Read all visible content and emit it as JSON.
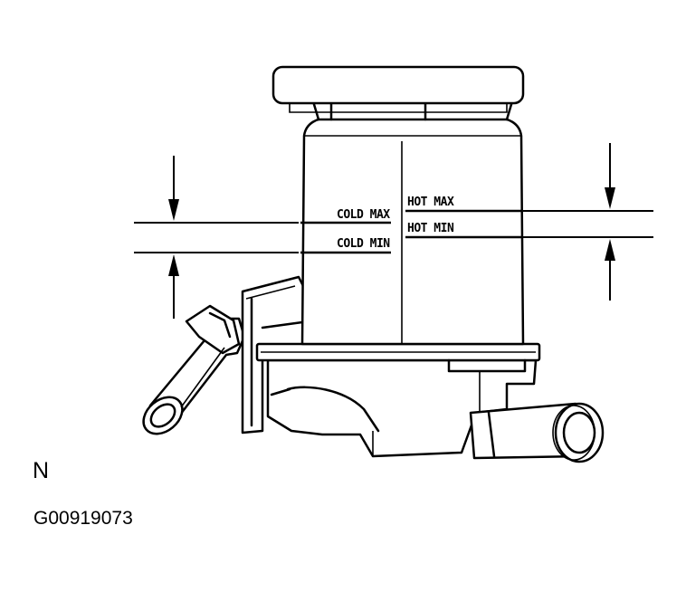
{
  "labels": {
    "cold_max": "COLD MAX",
    "cold_min": "COLD MIN",
    "hot_max": "HOT MAX",
    "hot_min": "HOT MIN"
  },
  "caption": {
    "view_letter": "N",
    "figure_code": "G00919073"
  }
}
